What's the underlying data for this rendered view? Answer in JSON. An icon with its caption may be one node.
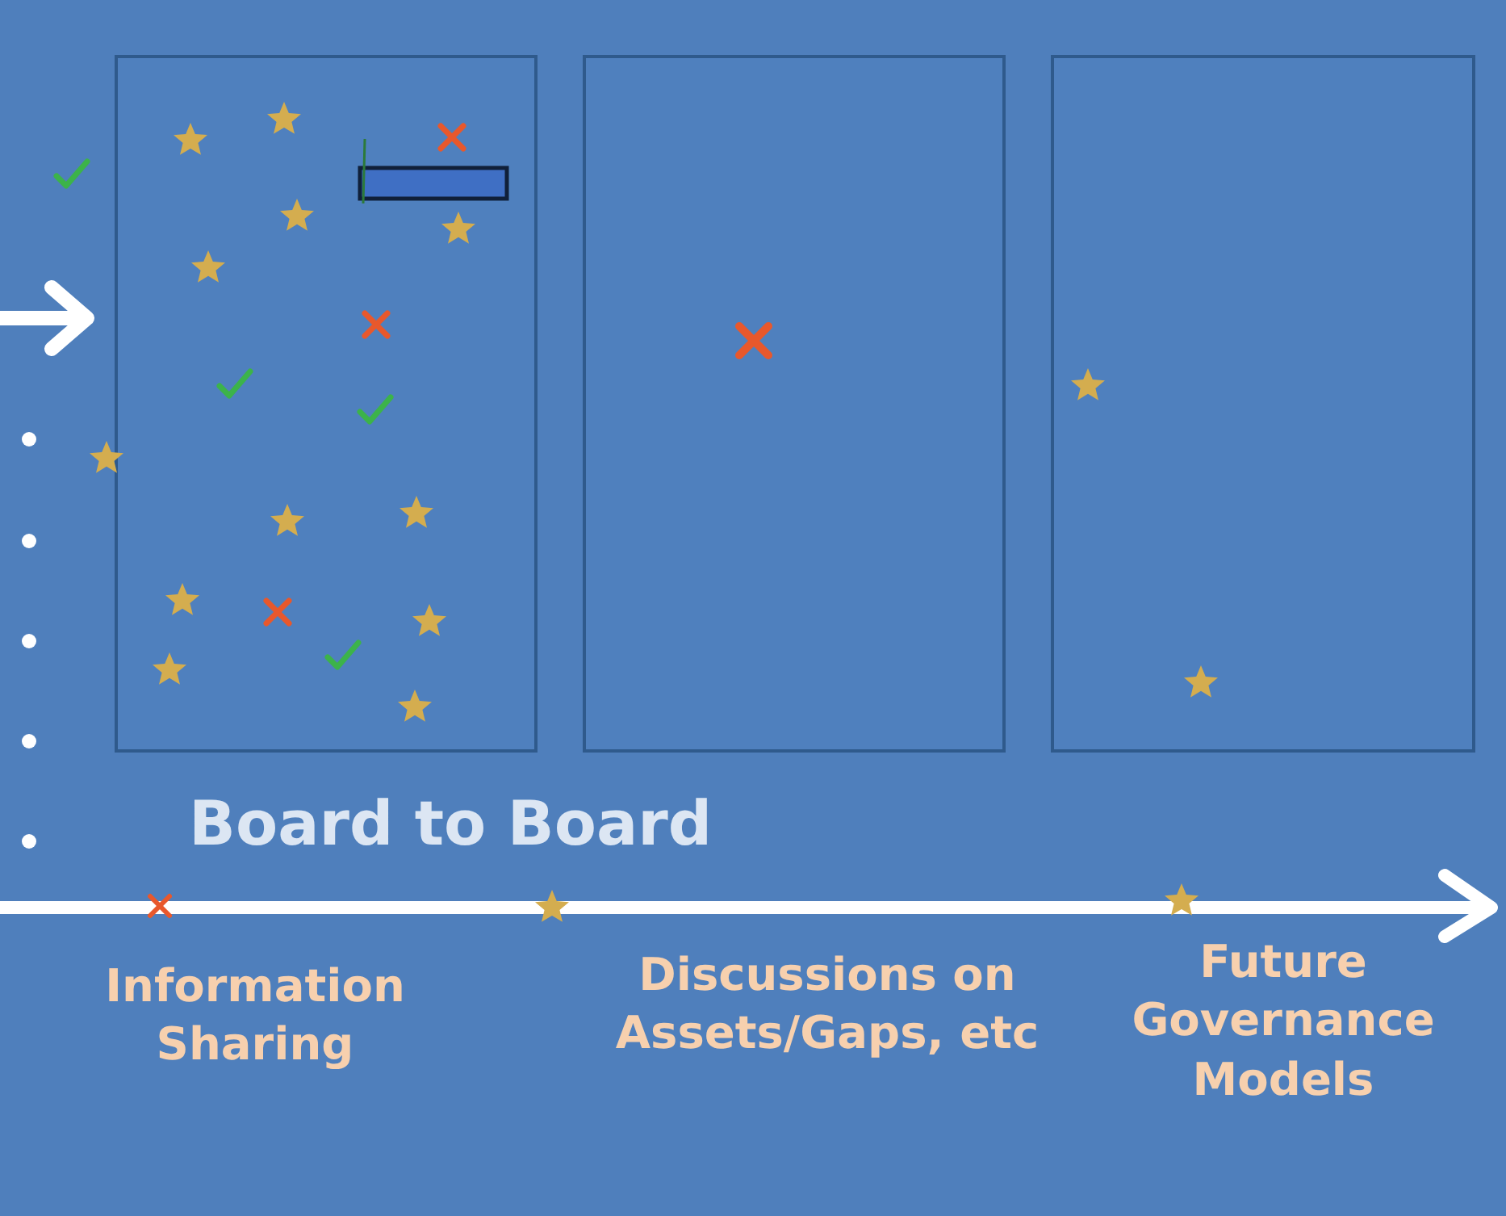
{
  "diagram": {
    "labels": [
      "Board to Board",
      "Information Sharing",
      "Discussions on Assets/Gaps, etc",
      "Future Governance Models"
    ]
  }
}
